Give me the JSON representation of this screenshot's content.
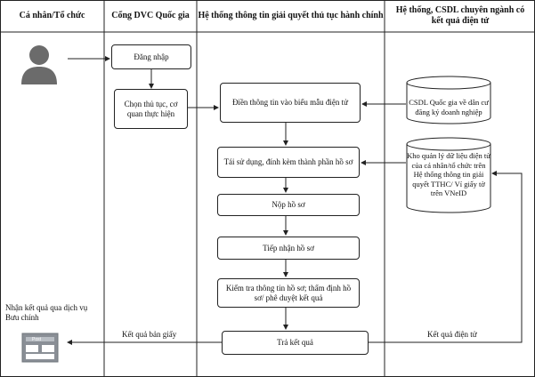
{
  "lanes": {
    "citizen": "Cá nhân/Tổ chức",
    "portal": "Cổng DVC Quốc gia",
    "system": "Hệ thống thông tin giải quyết thủ tục hành chính",
    "databases": "Hệ thống, CSDL chuyên ngành có kết quả điện tử"
  },
  "steps": {
    "login": "Đăng nhập",
    "choose_procedure": "Chọn thủ tục, cơ quan thực hiện",
    "fill_form": "Điền thông tin vào biểu mẫu điện tử",
    "reuse_attach": "Tái sử dụng, đính kèm thành phần hồ sơ",
    "submit": "Nộp hồ sơ",
    "receive": "Tiếp nhận hồ sơ",
    "review": "Kiểm tra thông tin hồ sơ; thẩm định hồ sơ/ phê duyệt kết quả",
    "return_result": "Trả kết quả"
  },
  "databases": {
    "national_db": "CSDL Quốc gia về dân cư đăng ký doanh nghiệp",
    "data_store": "Kho quản lý dữ liệu điện tử của cá nhân/tổ chức trên Hệ thống thông tin giải quyết TTHC/ Ví giấy tờ trên VNeID"
  },
  "labels": {
    "paper_result": "Kết quả bản giấy",
    "electronic_result": "Kết quả điện tử",
    "postal_receive": "Nhận kết quả qua dịch vụ Bưu chính",
    "post_sign": "Post"
  },
  "colors": {
    "line": "#222222",
    "person_icon": "#6b6b6b",
    "post_icon": "#8a8f96"
  },
  "icons": {
    "person": "person-icon",
    "postbox": "postbox-icon"
  }
}
